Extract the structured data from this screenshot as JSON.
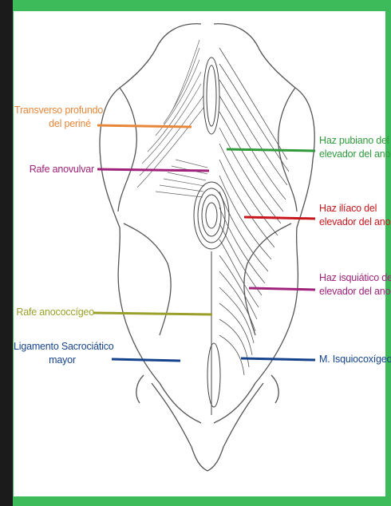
{
  "colors": {
    "frame": "#3dba5a",
    "orange": "#e8873a",
    "magenta": "#a0227a",
    "green": "#2f9b3b",
    "red": "#c8161d",
    "olive": "#9aa02a",
    "blue": "#16438c"
  },
  "labels": {
    "transverso_1": "Transverso profundo",
    "transverso_2": "del periné",
    "rafe_anovulvar": "Rafe anovulvar",
    "rafe_anococcigeo": "Rafe anococcígeo",
    "ligamento_1": "Ligamento Sacrociático",
    "ligamento_2": "mayor",
    "pubiano_1": "Haz pubiano del",
    "pubiano_2": "elevador del ano",
    "iliaco_1": "Haz ilíaco del",
    "iliaco_2": "elevador del ano",
    "isquiatico_1": "Haz isquiático del",
    "isquiatico_2": "elevador del ano",
    "isquiocoxigeo": "M. Isquiocoxígeo"
  }
}
